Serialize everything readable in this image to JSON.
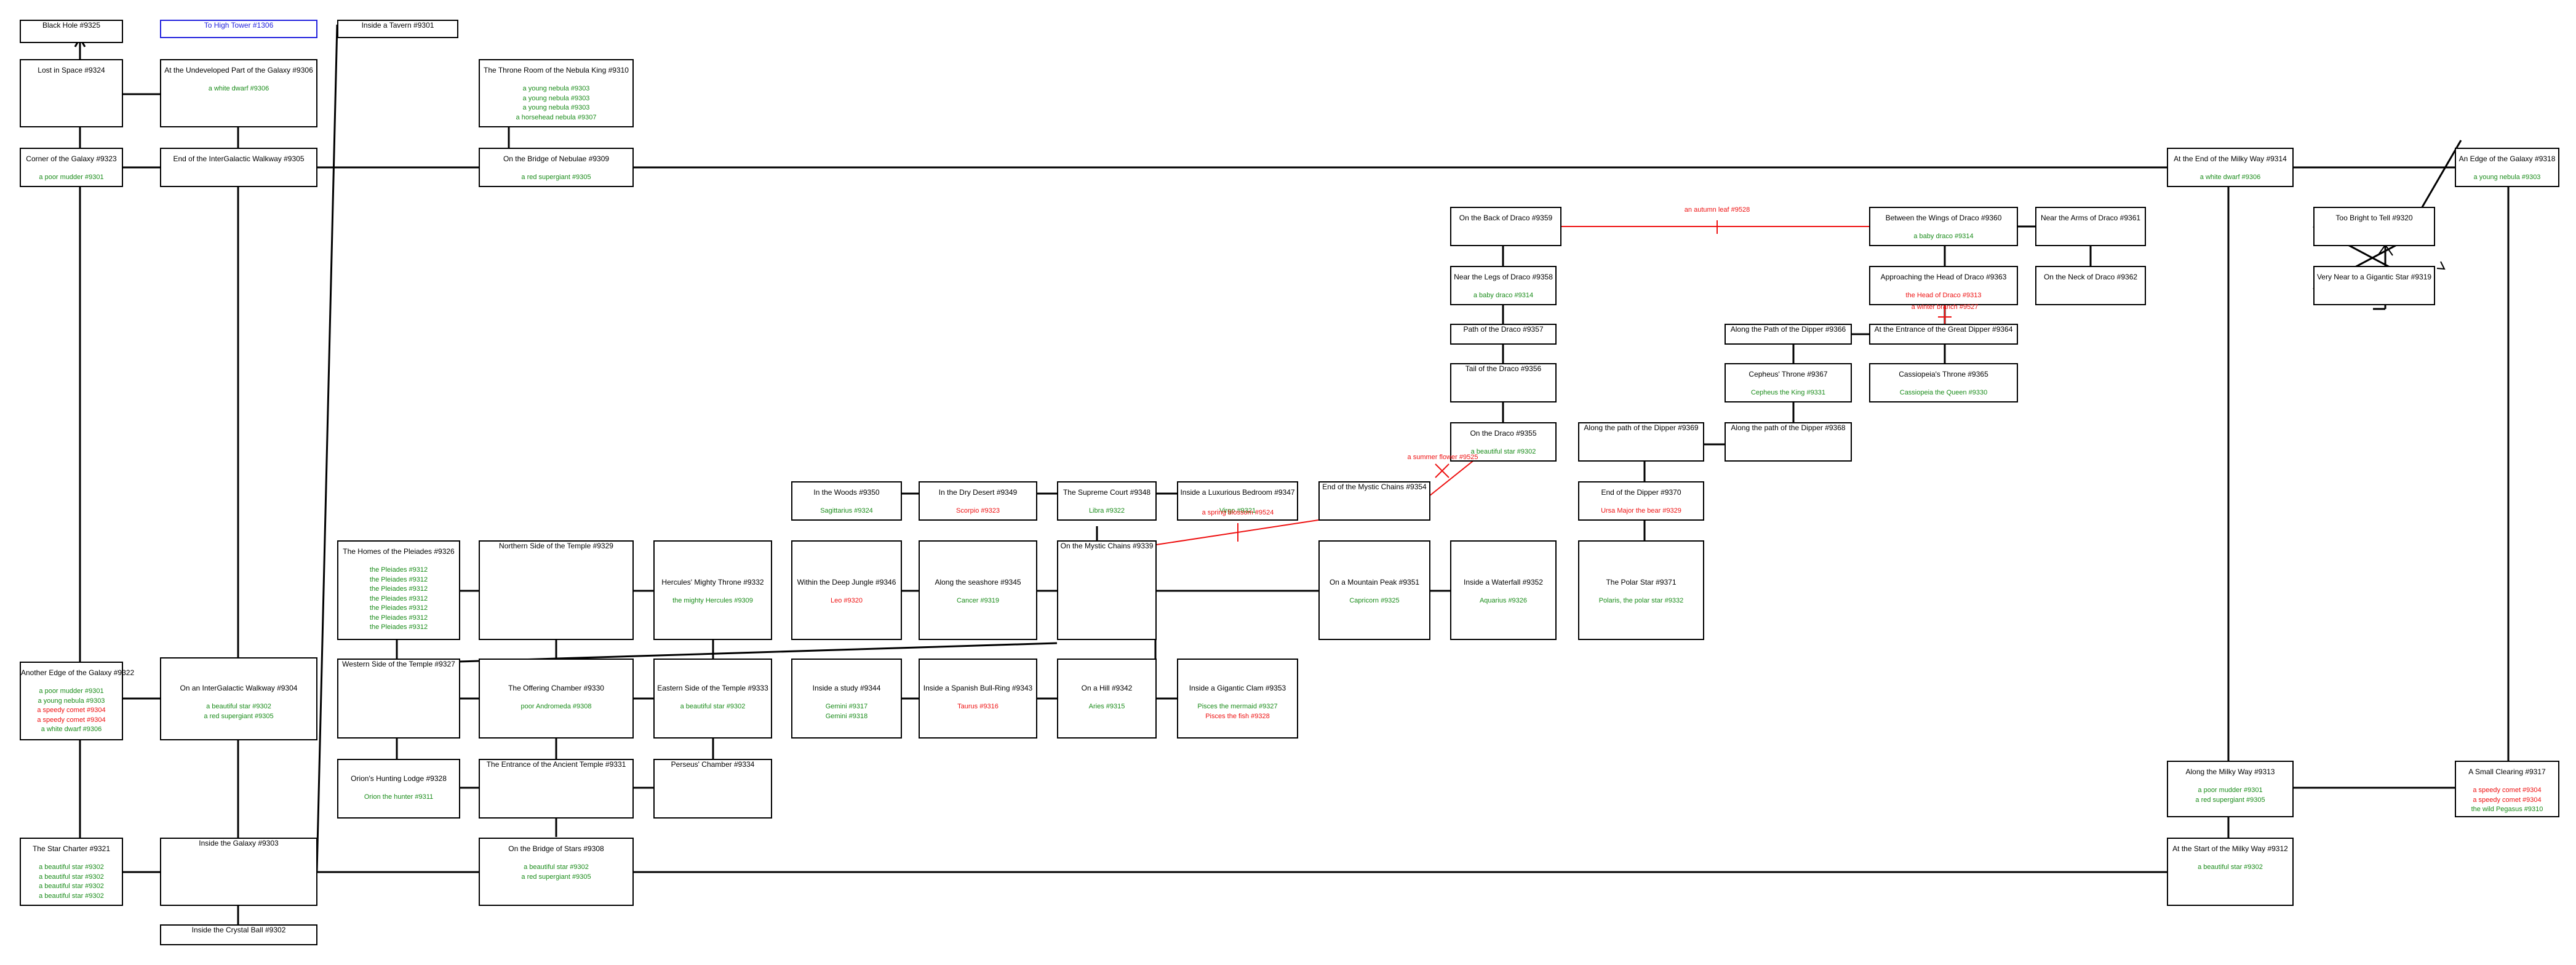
{
  "colors": {
    "border": "#000000",
    "mob": "#1a8c1a",
    "aggressive": "#ee1111",
    "exit": "#2222dd",
    "line": "#000000",
    "floating_line": "#ee1111"
  },
  "rooms": [
    {
      "id": "r9325",
      "title": "Black Hole #9325",
      "occupants": []
    },
    {
      "id": "r1306",
      "title": "To High Tower #1306",
      "occupants": [],
      "kind": "exit"
    },
    {
      "id": "r9301",
      "title": "Inside a Tavern #9301",
      "occupants": []
    },
    {
      "id": "r9324",
      "title": "Lost in Space #9324",
      "occupants": []
    },
    {
      "id": "r9306",
      "title": "At the Undeveloped Part of the Galaxy #9306",
      "occupants": [
        {
          "text": "a white dwarf #9306",
          "aggressive": false
        }
      ]
    },
    {
      "id": "r9310",
      "title": "The Throne Room of the Nebula King #9310",
      "occupants": [
        {
          "text": "a young nebula #9303",
          "aggressive": false
        },
        {
          "text": "a young nebula #9303",
          "aggressive": false
        },
        {
          "text": "a young nebula #9303",
          "aggressive": false
        },
        {
          "text": "a horsehead nebula #9307",
          "aggressive": false
        }
      ]
    },
    {
      "id": "r9323",
      "title": "Corner of the Galaxy #9323",
      "occupants": [
        {
          "text": "a poor mudder #9301",
          "aggressive": false
        }
      ]
    },
    {
      "id": "r9305",
      "title": "End of the InterGalactic Walkway #9305",
      "occupants": []
    },
    {
      "id": "r9309",
      "title": "On the Bridge of Nebulae #9309",
      "occupants": [
        {
          "text": "a red supergiant #9305",
          "aggressive": false
        }
      ]
    },
    {
      "id": "r9314",
      "title": "At the End of the Milky Way #9314",
      "occupants": [
        {
          "text": "a white dwarf #9306",
          "aggressive": false
        }
      ]
    },
    {
      "id": "r9318",
      "title": "An Edge of the Galaxy #9318",
      "occupants": [
        {
          "text": "a young nebula #9303",
          "aggressive": false
        }
      ]
    },
    {
      "id": "r9359",
      "title": "On the Back of Draco #9359",
      "occupants": []
    },
    {
      "id": "r9360",
      "title": "Between the Wings of Draco #9360",
      "occupants": [
        {
          "text": "a baby draco #9314",
          "aggressive": false
        }
      ]
    },
    {
      "id": "r9361",
      "title": "Near the Arms of Draco #9361",
      "occupants": []
    },
    {
      "id": "r9320",
      "title": "Too Bright to Tell #9320",
      "occupants": []
    },
    {
      "id": "r9358",
      "title": "Near the Legs of Draco #9358",
      "occupants": [
        {
          "text": "a baby draco #9314",
          "aggressive": false
        }
      ]
    },
    {
      "id": "r9363",
      "title": "Approaching the Head of Draco #9363",
      "occupants": [
        {
          "text": "the Head of Draco #9313",
          "aggressive": true
        }
      ]
    },
    {
      "id": "r9362",
      "title": "On the Neck of Draco #9362",
      "occupants": []
    },
    {
      "id": "r9319",
      "title": "Very Near to a Gigantic Star #9319",
      "occupants": []
    },
    {
      "id": "r9357",
      "title": "Path of the Draco #9357",
      "occupants": []
    },
    {
      "id": "r9366",
      "title": "Along the Path of the Dipper #9366",
      "occupants": []
    },
    {
      "id": "r9364",
      "title": "At the Entrance of the Great Dipper #9364",
      "occupants": []
    },
    {
      "id": "r9356",
      "title": "Tail of the Draco #9356",
      "occupants": []
    },
    {
      "id": "r9367",
      "title": "Cepheus' Throne #9367",
      "occupants": [
        {
          "text": "Cepheus the King #9331",
          "aggressive": false
        }
      ]
    },
    {
      "id": "r9365",
      "title": "Cassiopeia's Throne #9365",
      "occupants": [
        {
          "text": "Cassiopeia the Queen #9330",
          "aggressive": false
        }
      ]
    },
    {
      "id": "r9355",
      "title": "On the Draco #9355",
      "occupants": [
        {
          "text": "a beautiful star #9302",
          "aggressive": false
        }
      ]
    },
    {
      "id": "r9369",
      "title": "Along the path of the Dipper #9369",
      "occupants": []
    },
    {
      "id": "r9368",
      "title": "Along the path of the Dipper #9368",
      "occupants": []
    },
    {
      "id": "r9350",
      "title": "In the Woods #9350",
      "occupants": [
        {
          "text": "Sagittarius #9324",
          "aggressive": false
        }
      ]
    },
    {
      "id": "r9349",
      "title": "In the Dry Desert #9349",
      "occupants": [
        {
          "text": "Scorpio #9323",
          "aggressive": true
        }
      ]
    },
    {
      "id": "r9348",
      "title": "The Supreme Court #9348",
      "occupants": [
        {
          "text": "Libra #9322",
          "aggressive": false
        }
      ]
    },
    {
      "id": "r9347",
      "title": "Inside a Luxurious Bedroom #9347",
      "occupants": [
        {
          "text": "Virgo #9321",
          "aggressive": false
        }
      ]
    },
    {
      "id": "r9354",
      "title": "End of the Mystic Chains #9354",
      "occupants": []
    },
    {
      "id": "r9370",
      "title": "End of the Dipper #9370",
      "occupants": [
        {
          "text": "Ursa Major the bear #9329",
          "aggressive": true
        }
      ]
    },
    {
      "id": "r9326",
      "title": "The Homes of the Pleiades #9326",
      "occupants": [
        {
          "text": "the Pleiades #9312",
          "aggressive": false
        },
        {
          "text": "the Pleiades #9312",
          "aggressive": false
        },
        {
          "text": "the Pleiades #9312",
          "aggressive": false
        },
        {
          "text": "the Pleiades #9312",
          "aggressive": false
        },
        {
          "text": "the Pleiades #9312",
          "aggressive": false
        },
        {
          "text": "the Pleiades #9312",
          "aggressive": false
        },
        {
          "text": "the Pleiades #9312",
          "aggressive": false
        }
      ]
    },
    {
      "id": "r9329",
      "title": "Northern Side of the Temple #9329",
      "occupants": []
    },
    {
      "id": "r9332",
      "title": "Hercules' Mighty Throne #9332",
      "occupants": [
        {
          "text": "the mighty Hercules #9309",
          "aggressive": false
        }
      ]
    },
    {
      "id": "r9346",
      "title": "Within the Deep Jungle #9346",
      "occupants": [
        {
          "text": "Leo #9320",
          "aggressive": true
        }
      ]
    },
    {
      "id": "r9345",
      "title": "Along the seashore #9345",
      "occupants": [
        {
          "text": "Cancer #9319",
          "aggressive": false
        }
      ]
    },
    {
      "id": "r9339",
      "title": "On the Mystic Chains #9339",
      "occupants": []
    },
    {
      "id": "r9351",
      "title": "On a Mountain Peak #9351",
      "occupants": [
        {
          "text": "Capricorn #9325",
          "aggressive": false
        }
      ]
    },
    {
      "id": "r9352",
      "title": "Inside a Waterfall #9352",
      "occupants": [
        {
          "text": "Aquarius #9326",
          "aggressive": false
        }
      ]
    },
    {
      "id": "r9371",
      "title": "The Polar Star #9371",
      "occupants": [
        {
          "text": "Polaris, the polar star #9332",
          "aggressive": false
        }
      ]
    },
    {
      "id": "r9322",
      "title": "Another Edge of the Galaxy #9322",
      "occupants": [
        {
          "text": "a poor mudder #9301",
          "aggressive": false
        },
        {
          "text": "a young nebula #9303",
          "aggressive": false
        },
        {
          "text": "a speedy comet #9304",
          "aggressive": true
        },
        {
          "text": "a speedy comet #9304",
          "aggressive": true
        },
        {
          "text": "a white dwarf #9306",
          "aggressive": false
        }
      ]
    },
    {
      "id": "r9304",
      "title": "On an InterGalactic Walkway #9304",
      "occupants": [
        {
          "text": "a beautiful star #9302",
          "aggressive": false
        },
        {
          "text": "a red supergiant #9305",
          "aggressive": false
        }
      ]
    },
    {
      "id": "r9327",
      "title": "Western Side of the Temple #9327",
      "occupants": []
    },
    {
      "id": "r9330",
      "title": "The Offering Chamber #9330",
      "occupants": [
        {
          "text": "poor Andromeda #9308",
          "aggressive": false
        }
      ]
    },
    {
      "id": "r9333",
      "title": "Eastern Side of the Temple #9333",
      "occupants": [
        {
          "text": "a beautiful star #9302",
          "aggressive": false
        }
      ]
    },
    {
      "id": "r9344",
      "title": "Inside a study #9344",
      "occupants": [
        {
          "text": "Gemini #9317",
          "aggressive": false
        },
        {
          "text": "Gemini #9318",
          "aggressive": false
        }
      ]
    },
    {
      "id": "r9343",
      "title": "Inside a Spanish Bull-Ring #9343",
      "occupants": [
        {
          "text": "Taurus #9316",
          "aggressive": true
        }
      ]
    },
    {
      "id": "r9342",
      "title": "On a Hill #9342",
      "occupants": [
        {
          "text": "Aries #9315",
          "aggressive": false
        }
      ]
    },
    {
      "id": "r9353",
      "title": "Inside a Gigantic Clam #9353",
      "occupants": [
        {
          "text": "Pisces the mermaid #9327",
          "aggressive": false
        },
        {
          "text": "Pisces the fish #9328",
          "aggressive": true
        }
      ]
    },
    {
      "id": "r9328",
      "title": "Orion's Hunting Lodge #9328",
      "occupants": [
        {
          "text": "Orion the hunter #9311",
          "aggressive": false
        }
      ]
    },
    {
      "id": "r9331",
      "title": "The Entrance of the Ancient Temple #9331",
      "occupants": []
    },
    {
      "id": "r9334",
      "title": "Perseus' Chamber #9334",
      "occupants": []
    },
    {
      "id": "r9313",
      "title": "Along the Milky Way #9313",
      "occupants": [
        {
          "text": "a poor mudder #9301",
          "aggressive": false
        },
        {
          "text": "a red supergiant #9305",
          "aggressive": false
        }
      ]
    },
    {
      "id": "r9317",
      "title": "A Small Clearing #9317",
      "occupants": [
        {
          "text": "a speedy comet #9304",
          "aggressive": true
        },
        {
          "text": "a speedy comet #9304",
          "aggressive": true
        },
        {
          "text": "the wild Pegasus #9310",
          "aggressive": false
        }
      ]
    },
    {
      "id": "r9321",
      "title": "The Star Charter #9321",
      "occupants": [
        {
          "text": "a beautiful star #9302",
          "aggressive": false
        },
        {
          "text": "a beautiful star #9302",
          "aggressive": false
        },
        {
          "text": "a beautiful star #9302",
          "aggressive": false
        },
        {
          "text": "a beautiful star #9302",
          "aggressive": false
        }
      ]
    },
    {
      "id": "r9303",
      "title": "Inside the Galaxy #9303",
      "occupants": []
    },
    {
      "id": "r9308",
      "title": "On the Bridge of Stars #9308",
      "occupants": [
        {
          "text": "a beautiful star #9302",
          "aggressive": false
        },
        {
          "text": "a red supergiant #9305",
          "aggressive": false
        }
      ]
    },
    {
      "id": "r9312",
      "title": "At the Start of the Milky Way #9312",
      "occupants": [
        {
          "text": "a beautiful star #9302",
          "aggressive": false
        }
      ]
    },
    {
      "id": "r9302",
      "title": "Inside the Crystal Ball #9302",
      "occupants": []
    }
  ],
  "floating_items": [
    {
      "id": "f9528",
      "text": "an autumn leaf #9528"
    },
    {
      "id": "f9527",
      "text": "a winter branch #9527"
    },
    {
      "id": "f9525",
      "text": "a summer flower #9525"
    },
    {
      "id": "f9524",
      "text": "a spring blossom #9524"
    }
  ]
}
